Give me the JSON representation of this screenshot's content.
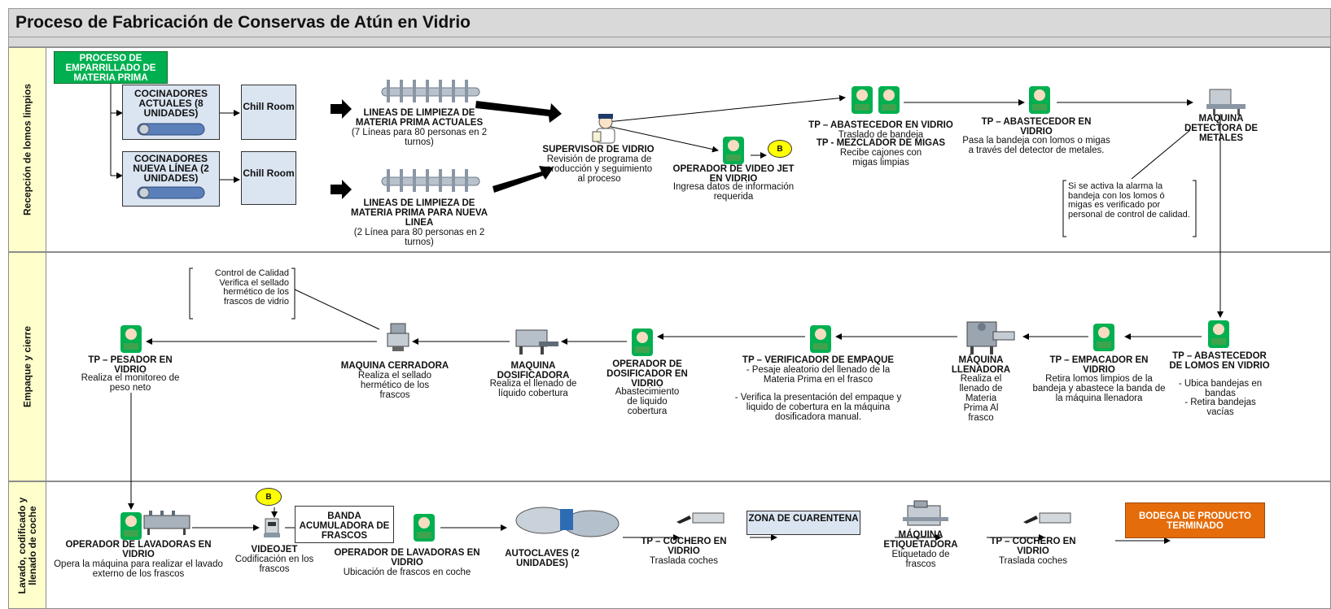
{
  "title": "Proceso de Fabricación de Conservas de Atún en Vidrio",
  "lanes": [
    "Recepción de lomos limpios",
    "Empaque y cierre",
    "Lavado, codificado y llenado de coche"
  ],
  "lane1": {
    "start_box": "PROCESO DE EMPARRILLADO DE MATERIA PRIMA",
    "cook_a": "COCINADORES ACTUALES (8 UNIDADES)",
    "cook_b": "COCINADORES NUEVA LÍNEA (2 UNIDADES)",
    "chill_a": "Chill Room",
    "chill_b": "Chill Room",
    "lineas_a_title": "LINEAS DE LIMPIEZA DE MATERIA PRIMA ACTUALES",
    "lineas_a_desc": "(7 Líneas para 80 personas en 2 turnos)",
    "lineas_b_title": "LINEAS DE LIMPIEZA DE MATERIA PRIMA PARA NUEVA LINEA",
    "lineas_b_desc": "(2 Línea para 80 personas en 2 turnos)",
    "supervisor_title": "SUPERVISOR DE VIDRIO",
    "supervisor_desc": "Revisión de programa de producción y seguimiento al proceso",
    "operador_video_title": "OPERADOR DE VIDEO JET EN VIDRIO",
    "operador_video_desc": "Ingresa datos de información requerida",
    "b_marker": "B",
    "abast1_title": "TP – ABASTECEDOR EN VIDRIO",
    "abast1_desc": "Traslado de bandeja",
    "mezcla_title": "TP - MEZCLADOR DE MIGAS",
    "mezcla_desc": "Recibe cajones con migas limpias",
    "abast2_title": "TP – ABASTECEDOR EN VIDRIO",
    "abast2_desc": "Pasa la bandeja con lomos o migas a través del detector de metales.",
    "detector_title": "MAQUINA DETECTORA DE METALES",
    "alarm_note": "Si se activa la alarma la bandeja con los lomos ó migas es verificado por personal de control de calidad."
  },
  "lane2": {
    "control_note": "Control de Calidad Verifica el sellado hermético de los frascos de vidrio",
    "pesador_title": "TP – PESADOR EN VIDRIO",
    "pesador_desc": "Realiza el monitoreo de peso neto",
    "cerradora_title": "MAQUINA CERRADORA",
    "cerradora_desc": "Realiza el sellado hermético de los frascos",
    "dosificadora_title": "MAQUINA DOSIFICADORA",
    "dosificadora_desc": "Realiza el llenado de líquido cobertura",
    "op_dosif_title": "OPERADOR DE DOSIFICADOR EN VIDRIO",
    "op_dosif_desc": "Abastecimiento de liquido cobertura",
    "verif_title": "TP – VERIFICADOR DE EMPAQUE",
    "verif_desc1": "- Pesaje aleatorio del llenado de la Materia Prima en el frasco",
    "verif_desc2": "- Verifica la presentación del empaque y liquido de cobertura en la máquina dosificadora manual.",
    "llenadora_title": "MÁQUINA LLENADORA",
    "llenadora_desc": "Realiza el llenado de Materia Prima Al frasco",
    "empacador_title": "TP – EMPACADOR EN VIDRIO",
    "empacador_desc": "Retira lomos limpios de la bandeja y abastece la banda de la máquina llenadora",
    "abast_lomos_title": "TP – ABASTECEDOR DE LOMOS EN VIDRIO",
    "abast_lomos_desc1": "- Ubica bandejas en bandas",
    "abast_lomos_desc2": "- Retira bandejas vacías"
  },
  "lane3": {
    "lavadoras_title": "OPERADOR DE LAVADORAS EN VIDRIO",
    "lavadoras_desc": "Opera la máquina para realizar el lavado externo de los frascos",
    "b_marker": "B",
    "videojet_title": "VIDEOJET",
    "videojet_desc": "Codificación en los frascos",
    "banda_box": "BANDA ACUMULADORA DE FRASCOS",
    "op_lav2_title": "OPERADOR DE LAVADORAS EN VIDRIO",
    "op_lav2_desc": "Ubicación de frascos en coche",
    "autoclaves_title": "AUTOCLAVES (2 UNIDADES)",
    "cochero1_title": "TP – COCHERO EN VIDRIO",
    "cochero1_desc": "Traslada coches",
    "cuarentena_box": "ZONA DE CUARENTENA",
    "etiquetadora_title": "MÁQUINA ETIQUETADORA",
    "etiquetadora_desc": "Etiquetado de frascos",
    "cochero2_title": "TP – COCHERO EN VIDRIO",
    "cochero2_desc": "Traslada coches",
    "bodega_box": "BODEGA DE PRODUCTO TERMINADO"
  },
  "colors": {
    "green": "#00b050",
    "orange": "#e46c0a",
    "lane_label_bg": "#ffffcc",
    "box_bg": "#dbe5f1",
    "marker": "#ffff00"
  }
}
